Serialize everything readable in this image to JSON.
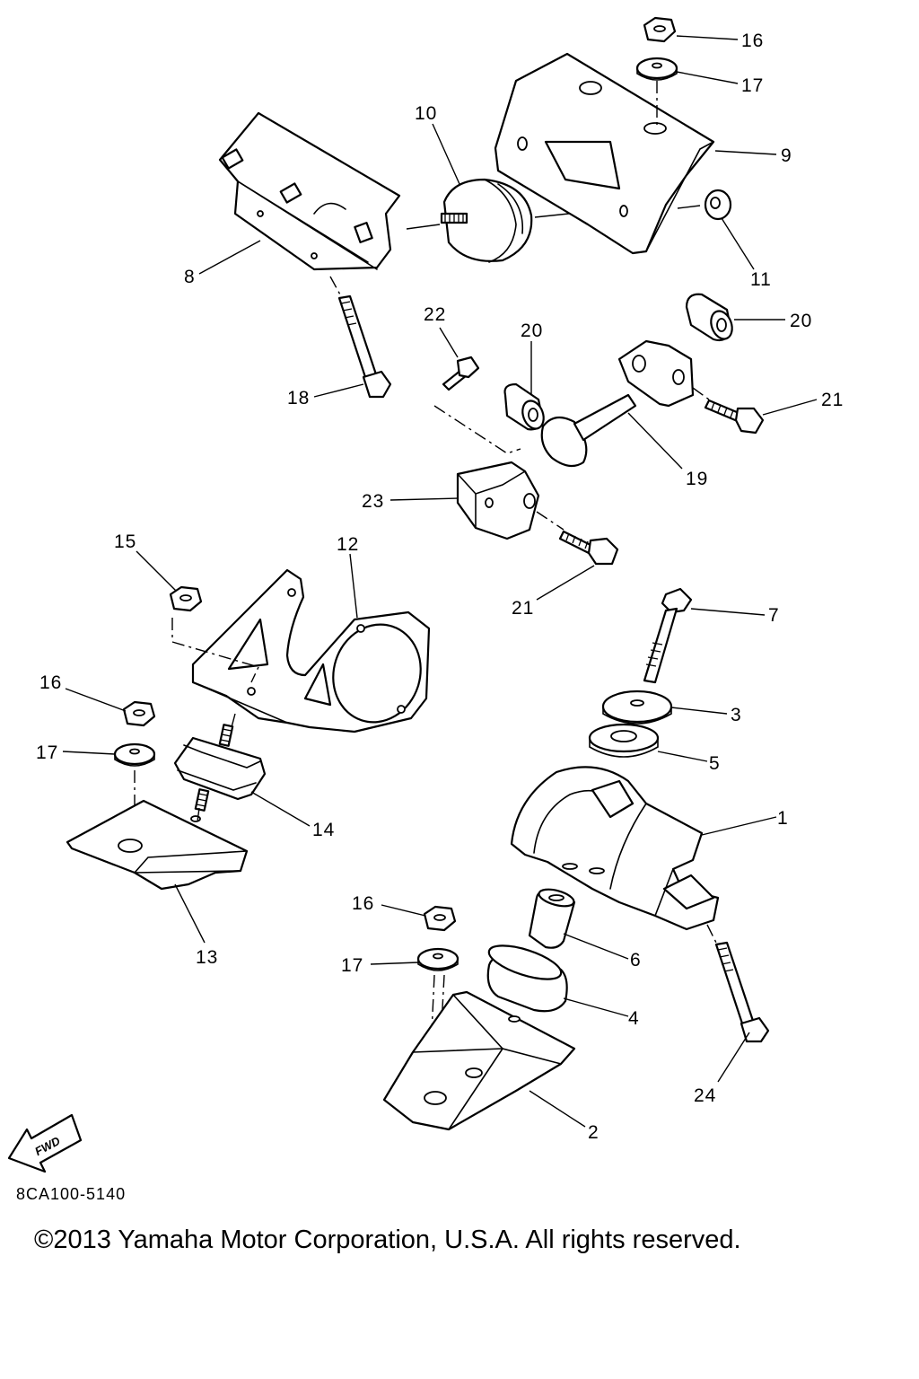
{
  "callouts": {
    "c1": "1",
    "c2": "2",
    "c3": "3",
    "c4": "4",
    "c5": "5",
    "c6": "6",
    "c7": "7",
    "c8": "8",
    "c9": "9",
    "c10": "10",
    "c11": "11",
    "c12": "12",
    "c13": "13",
    "c14": "14",
    "c15": "15",
    "c16a": "16",
    "c16b": "16",
    "c16c": "16",
    "c17a": "17",
    "c17b": "17",
    "c17c": "17",
    "c18": "18",
    "c19": "19",
    "c20a": "20",
    "c20b": "20",
    "c21a": "21",
    "c21b": "21",
    "c22": "22",
    "c23": "23",
    "c24": "24"
  },
  "fwd_label": "FWD",
  "catalog_code": "8CA100-5140",
  "copyright": "©2013 Yamaha Motor Corporation, U.S.A. All rights reserved."
}
